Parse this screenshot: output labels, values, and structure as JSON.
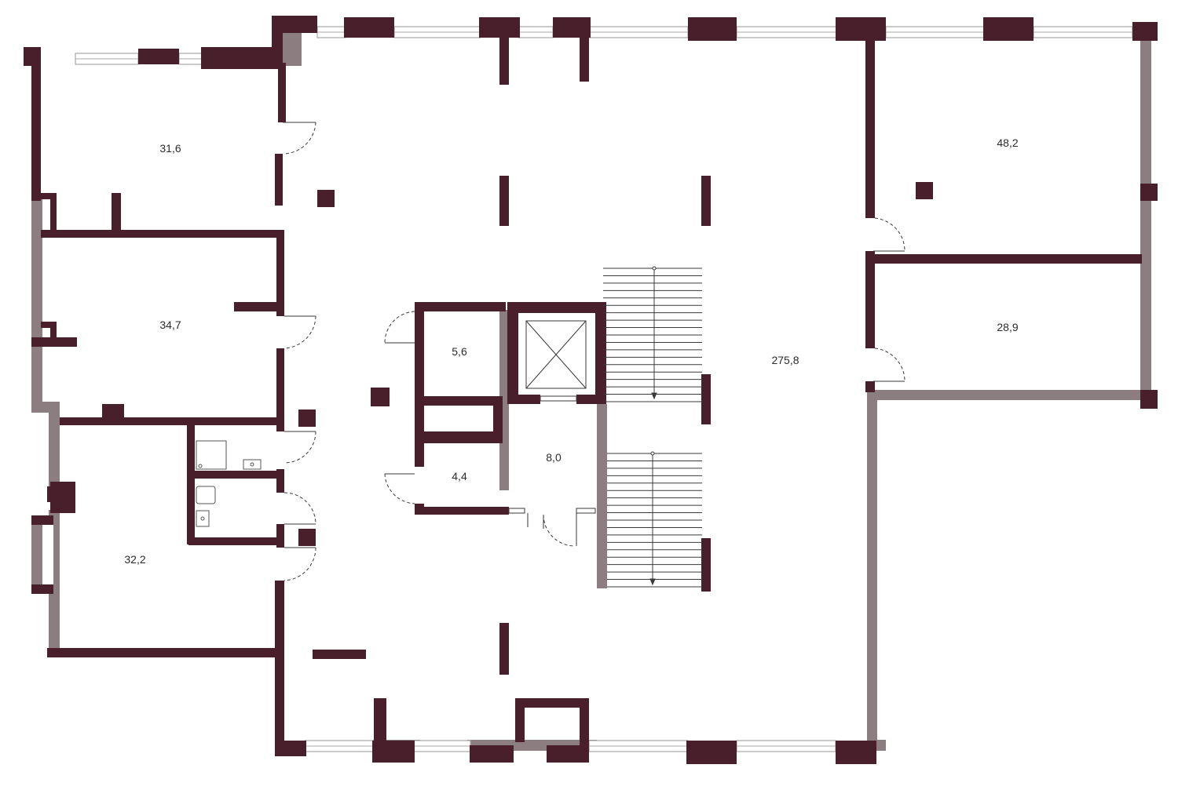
{
  "plan": {
    "colors": {
      "wall": "#4a1f2c",
      "partition": "#8c7e80",
      "window": "#b7b7b7",
      "fixture": "#555555"
    },
    "rooms": [
      {
        "id": "room-31-6",
        "area": "31,6"
      },
      {
        "id": "room-34-7",
        "area": "34,7"
      },
      {
        "id": "room-32-2",
        "area": "32,2"
      },
      {
        "id": "room-5-6",
        "area": "5,6"
      },
      {
        "id": "room-4-4",
        "area": "4,4"
      },
      {
        "id": "room-8-0",
        "area": "8,0"
      },
      {
        "id": "room-275-8",
        "area": "275,8"
      },
      {
        "id": "room-48-2",
        "area": "48,2"
      },
      {
        "id": "room-28-9",
        "area": "28,9"
      }
    ]
  }
}
